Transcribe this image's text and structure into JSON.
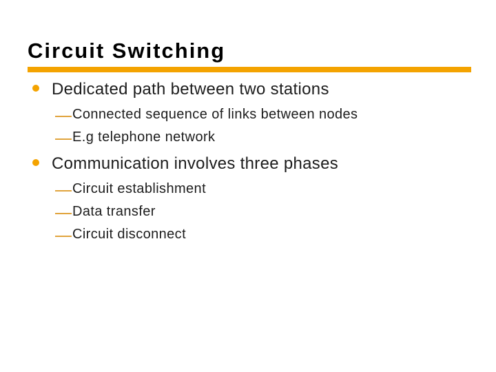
{
  "slide": {
    "title": "Circuit Switching",
    "background_color": "#FFFFFF",
    "title_color": "#000000",
    "text_color": "#1C1C1C",
    "accent_color": "#F4A300",
    "dash_color": "#E0A33C",
    "bullets": [
      {
        "label": "Dedicated path between two stations",
        "subs": [
          "Connected sequence of links between nodes",
          "E.g telephone network"
        ]
      },
      {
        "label": "Communication involves three phases",
        "subs": [
          "Circuit establishment",
          "Data transfer",
          "Circuit disconnect"
        ]
      }
    ]
  }
}
